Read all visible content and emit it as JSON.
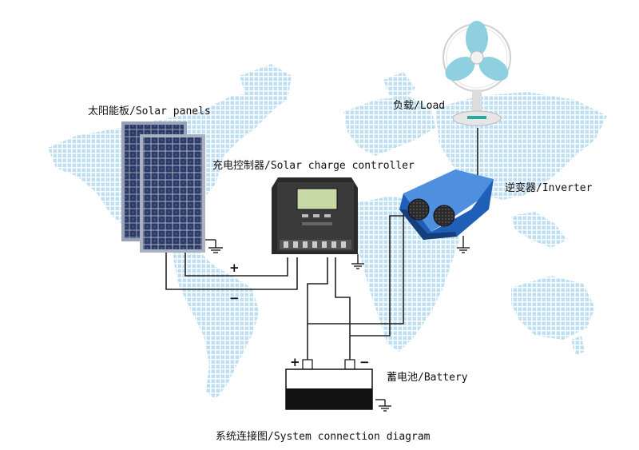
{
  "labels": {
    "solar_panels": "太阳能板/Solar panels",
    "charge_controller": "充电控制器/Solar charge controller",
    "load": "负载/Load",
    "inverter": "逆变器/Inverter",
    "battery": "蓄电池/Battery",
    "caption": "系统连接图/System connection diagram"
  },
  "signs": {
    "panel_plus": "+",
    "panel_minus": "−",
    "battery_plus": "+",
    "battery_minus": "−"
  },
  "colors": {
    "map_dots": "#b9dcf2",
    "wire": "#222222",
    "panel_cell": "#2c3e6b",
    "inverter_body": "#1f5fb8",
    "controller_body": "#2a2a2a",
    "fan_blade": "#8fd0e0"
  }
}
